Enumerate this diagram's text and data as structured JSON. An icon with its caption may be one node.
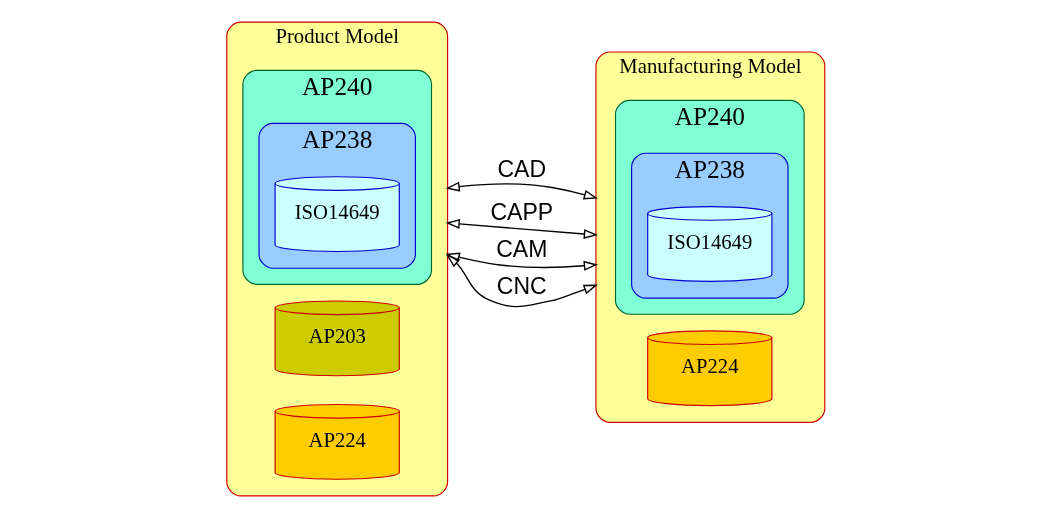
{
  "diagram": {
    "nodes": [
      {
        "text": [
          "Product Model"
        ]
      },
      {
        "text": [
          "AP203"
        ],
        "in": 0
      },
      {
        "text": [
          "AP224"
        ],
        "in": 0
      },
      {
        "text": [
          "AP240"
        ],
        "in": 0
      },
      {
        "text": [
          "AP238"
        ],
        "in": 3
      },
      {
        "text": [
          "ISO14649"
        ],
        "in": 4
      },
      {
        "text": [
          "Manufacturing Model"
        ]
      },
      {
        "text": [
          "AP224"
        ],
        "in": 6
      },
      {
        "text": [
          "AP240"
        ],
        "in": 6
      },
      {
        "text": [
          "AP238"
        ],
        "in": 8
      },
      {
        "text": [
          "ISO14649"
        ],
        "in": 9
      }
    ],
    "edges": [
      {
        "from": 0,
        "to": 6,
        "arrow": "both",
        "label": "CAD"
      },
      {
        "from": 0,
        "to": 6,
        "arrow": "both",
        "label": "CAPP"
      },
      {
        "from": 0,
        "to": 6,
        "arrow": "both",
        "label": "CAM"
      },
      {
        "from": 0,
        "to": 6,
        "arrow": "both",
        "label": "CNC"
      }
    ]
  }
}
